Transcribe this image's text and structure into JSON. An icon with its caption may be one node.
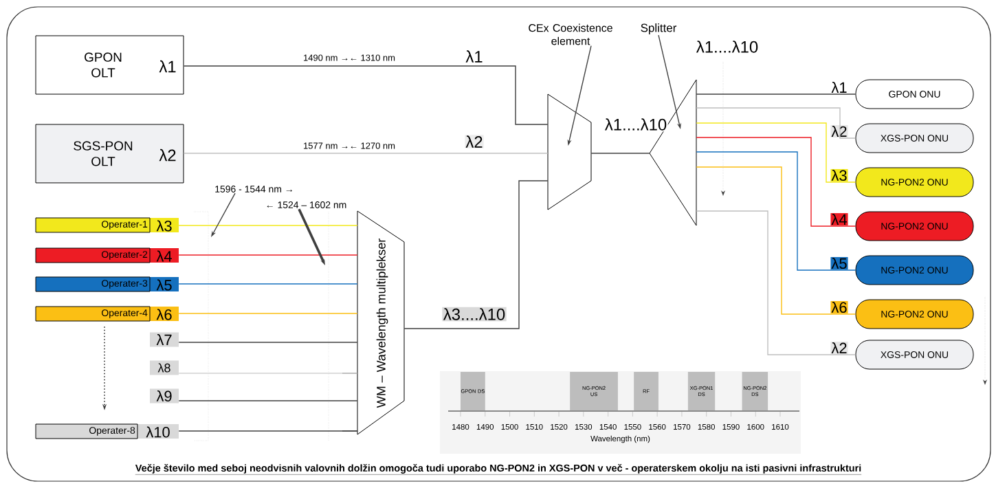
{
  "diagram": {
    "caption": "Večje število med seboj neodvisnih valovnih dolžin omogoča tudi uporabo NG-PON2 in XGS-PON v več - operaterskem okolju na isti pasivni infrastrukturi",
    "nodes": [
      {
        "text": [
          "GPON OLT",
          "λ1"
        ]
      },
      {
        "text": [
          "SGS-PON OLT",
          "λ2"
        ]
      },
      {
        "text": [
          "Operater-1",
          "λ3"
        ]
      },
      {
        "text": [
          "Operater-2",
          "λ4"
        ]
      },
      {
        "text": [
          "Operater-3",
          "λ5"
        ]
      },
      {
        "text": [
          "Operater-4",
          "λ6"
        ]
      },
      {
        "text": [
          "λ7"
        ]
      },
      {
        "text": [
          "λ8"
        ]
      },
      {
        "text": [
          "λ9"
        ]
      },
      {
        "text": [
          "Operater-8",
          "λ10"
        ]
      },
      {
        "text": [
          "WM – Wavelength multiplekser"
        ]
      },
      {
        "text": [],
        "shape": "trapezoid"
      },
      {
        "text": [
          "CEx Coexistence element"
        ]
      },
      {
        "text": [],
        "shape": "triangle"
      },
      {
        "text": [
          "Splitter"
        ]
      },
      {
        "text": [
          "GPON ONU"
        ],
        "beside": [
          "λ1"
        ]
      },
      {
        "text": [
          "XGS-PON ONU"
        ],
        "beside": [
          "λ2"
        ]
      },
      {
        "text": [
          "NG-PON2 ONU"
        ],
        "beside": [
          "λ3"
        ]
      },
      {
        "text": [
          "NG-PON2 ONU"
        ],
        "beside": [
          "λ4"
        ]
      },
      {
        "text": [
          "NG-PON2 ONU"
        ],
        "beside": [
          "λ5"
        ]
      },
      {
        "text": [
          "NG-PON2 ONU"
        ],
        "beside": [
          "λ6"
        ]
      },
      {
        "text": [
          "XGS-PON ONU"
        ],
        "beside": [
          "λ2"
        ]
      },
      {
        "text": [
          "1596 - 1544 nm →"
        ]
      },
      {
        "text": [
          "← 1524 – 1602 nm"
        ]
      }
    ],
    "edges": [
      {
        "from": 0,
        "to": 11,
        "arrow": "none",
        "label": "1490 nm →← 1310 nm"
      },
      {
        "from": 1,
        "to": 11,
        "arrow": "none",
        "label": "1577 nm →← 1270 nm",
        "color": "#bfbfbf"
      },
      {
        "from": 2,
        "to": 10,
        "arrow": "none",
        "color": "#f2e81c"
      },
      {
        "from": 3,
        "to": 10,
        "arrow": "none",
        "color": "#ed1c24"
      },
      {
        "from": 4,
        "to": 10,
        "arrow": "none",
        "color": "#1570be"
      },
      {
        "from": 5,
        "to": 10,
        "arrow": "none",
        "color": "#fbbf14"
      },
      {
        "from": 6,
        "to": 10,
        "arrow": "none"
      },
      {
        "from": 7,
        "to": 10,
        "arrow": "none",
        "color": "#d0d0d0"
      },
      {
        "from": 8,
        "to": 10,
        "arrow": "none"
      },
      {
        "from": 9,
        "to": 10,
        "arrow": "none"
      },
      {
        "from": 10,
        "to": 11,
        "arrow": "none",
        "label": "λ3....λ10"
      },
      {
        "from": 11,
        "to": 13,
        "arrow": "none",
        "label": "λ1....λ10"
      },
      {
        "from": 13,
        "to": 15,
        "arrow": "none"
      },
      {
        "from": 13,
        "to": 16,
        "arrow": "none",
        "color": "#bfbfbf"
      },
      {
        "from": 13,
        "to": 17,
        "arrow": "none",
        "color": "#f2e81c"
      },
      {
        "from": 13,
        "to": 18,
        "arrow": "none",
        "color": "#ed1c24"
      },
      {
        "from": 13,
        "to": 19,
        "arrow": "none",
        "color": "#1570be"
      },
      {
        "from": 13,
        "to": 20,
        "arrow": "none",
        "color": "#fbbf14"
      },
      {
        "from": 13,
        "to": 21,
        "arrow": "none",
        "color": "#bfbfbf"
      },
      {
        "from": 12,
        "to": 11,
        "arrow": "to"
      },
      {
        "from": 14,
        "to": 13,
        "arrow": "to"
      },
      {
        "from": 22,
        "to": null,
        "arrow": "to"
      },
      {
        "from": 23,
        "to": null,
        "arrow": "to",
        "style": "thick"
      },
      {
        "from": 5,
        "to": 9,
        "arrow": "to",
        "style": "dashed"
      }
    ],
    "labels": [
      "λ1",
      "λ2",
      "λ1....λ10",
      "GPON DS",
      "NG-PON2 US",
      "RF",
      "XG-PON1 DS",
      "NG-PON2 DS",
      "1480",
      "1490",
      "1500",
      "1510",
      "1520",
      "1530",
      "1540",
      "1550",
      "1560",
      "1570",
      "1580",
      "1590",
      "1600",
      "1610",
      "Wavelength (nm)"
    ]
  }
}
